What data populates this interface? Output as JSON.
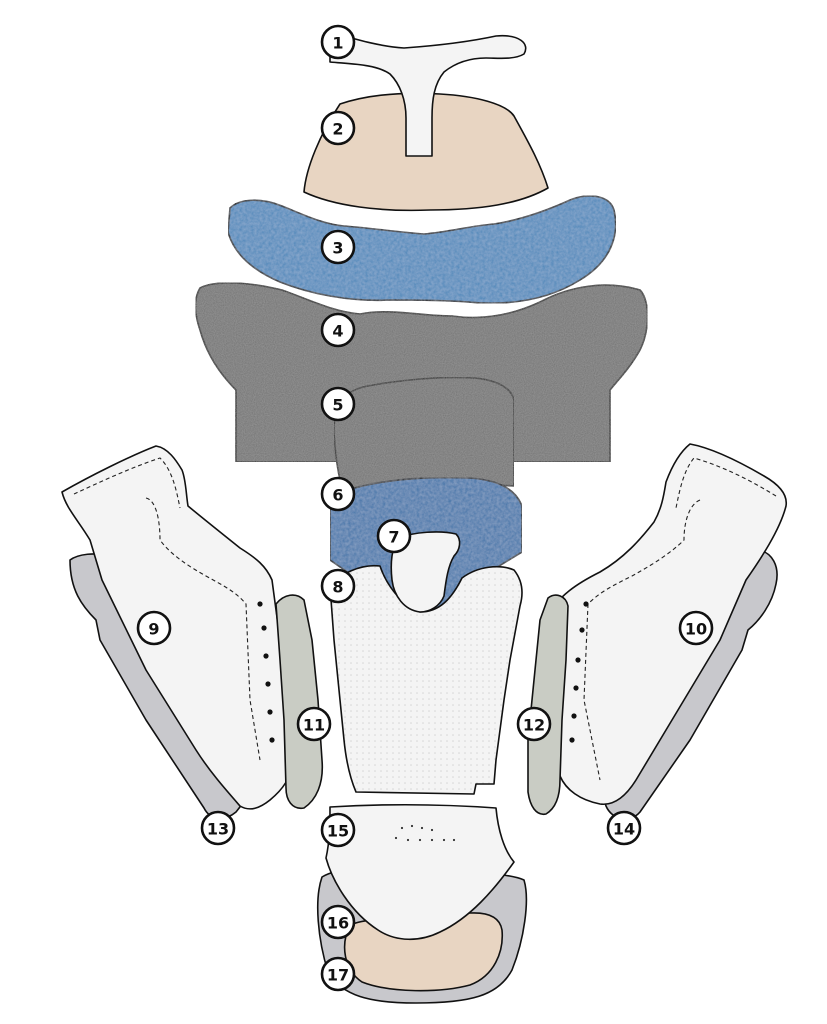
{
  "colors": {
    "white_leather": "#f4f4f4",
    "tan_foam": "#e8d5c2",
    "blue_mesh": "#4b86b9",
    "dark_blue_mesh": "#3f73a8",
    "grey_felt": "#6f6f6f",
    "light_grey": "#c8c8cc",
    "sage_grey": "#c9ccc4",
    "outline": "#111111"
  },
  "parts": [
    {
      "number": "1",
      "label": "1",
      "icon": "tongue-label-shape"
    },
    {
      "number": "2",
      "label": "2",
      "icon": "tan-foam-shape"
    },
    {
      "number": "3",
      "label": "3",
      "icon": "blue-mesh-shape"
    },
    {
      "number": "4",
      "label": "4",
      "icon": "grey-felt-shape"
    },
    {
      "number": "5",
      "label": "5",
      "icon": "grey-felt-tongue-shape"
    },
    {
      "number": "6",
      "label": "6",
      "icon": "blue-mesh-panel-shape"
    },
    {
      "number": "7",
      "label": "7",
      "icon": "white-tab-shape"
    },
    {
      "number": "8",
      "label": "8",
      "icon": "perforated-vamp-shape"
    },
    {
      "number": "9",
      "label": "9",
      "icon": "left-quarter-shape"
    },
    {
      "number": "10",
      "label": "10",
      "icon": "right-quarter-shape"
    },
    {
      "number": "11",
      "label": "11",
      "icon": "left-eyestay-shape"
    },
    {
      "number": "12",
      "label": "12",
      "icon": "right-eyestay-shape"
    },
    {
      "number": "13",
      "label": "13",
      "icon": "left-foxing-shape"
    },
    {
      "number": "14",
      "label": "14",
      "icon": "right-foxing-shape"
    },
    {
      "number": "15",
      "label": "15",
      "icon": "toe-cap-shape"
    },
    {
      "number": "16",
      "label": "16",
      "icon": "tan-toe-insert-shape"
    },
    {
      "number": "17",
      "label": "17",
      "icon": "grey-toe-bumper-shape"
    }
  ]
}
